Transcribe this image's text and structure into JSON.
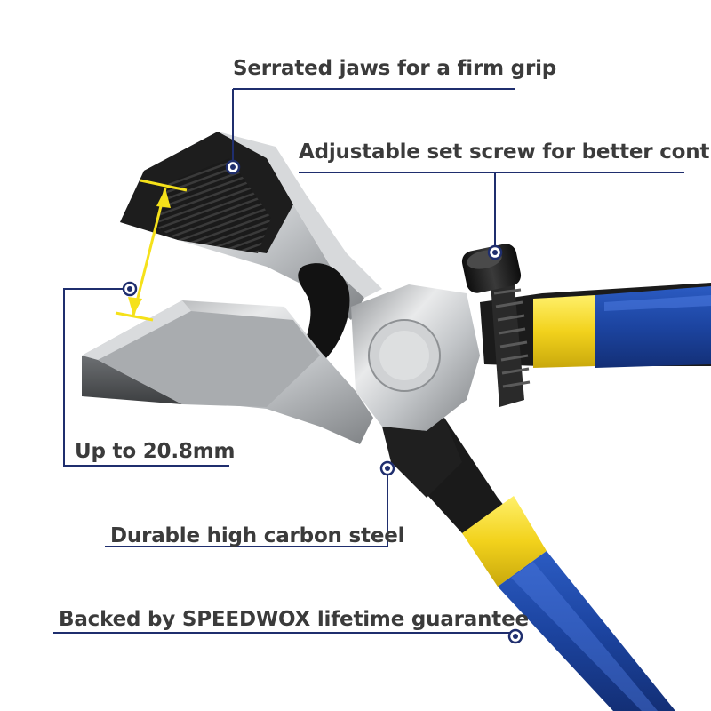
{
  "callouts": {
    "serrated_jaws": "Serrated jaws for a firm grip",
    "set_screw": "Adjustable set screw for better control",
    "jaw_opening": "Up to 20.8mm",
    "material": "Durable high carbon steel",
    "guarantee": "Backed by SPEEDWOX lifetime guarantee"
  },
  "colors": {
    "callout_text": "#3b3b3b",
    "leader_line": "#1f2e6e",
    "dimension_arrow": "#f5e11a",
    "handle_blue": "#1f49a8",
    "handle_yellow": "#f2d21c",
    "jaw_black": "#161616",
    "steel": "#b9bcbf"
  },
  "icons": {
    "leader_dot": "ring-dot-icon",
    "dimension": "double-arrow-icon"
  }
}
